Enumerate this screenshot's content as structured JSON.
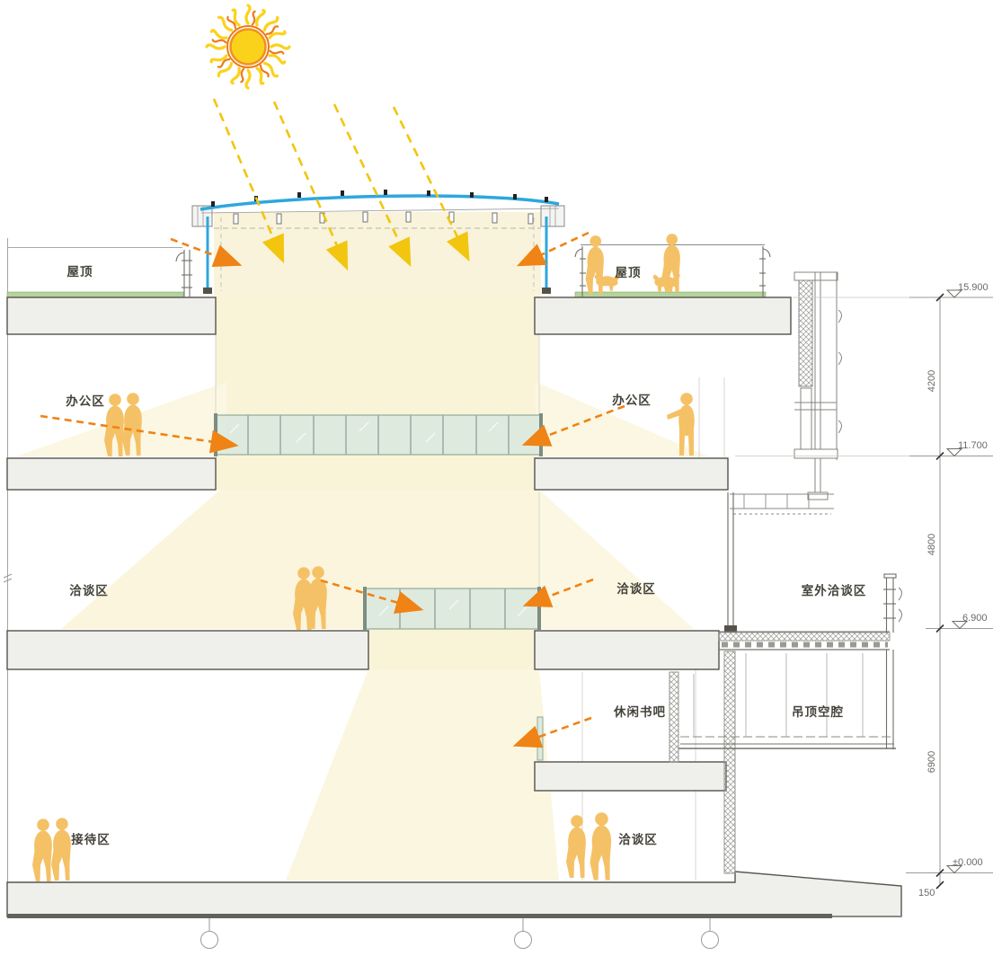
{
  "labels": {
    "roof_left": "屋顶",
    "roof_right": "屋顶",
    "office_left": "办公区",
    "office_right": "办公区",
    "meeting_left": "洽谈区",
    "meeting_right": "洽谈区",
    "outdoor_meeting": "室外洽谈区",
    "leisure_book_bar": "休闲书吧",
    "ceiling_cavity": "吊顶空腔",
    "reception": "接待区",
    "meeting_ground": "洽谈区"
  },
  "elevations": {
    "roof": "15.900",
    "office": "11.700",
    "meeting": "6.900",
    "ground": "±0.000"
  },
  "dimensions": {
    "roof_to_office": "4200",
    "office_to_meeting": "4800",
    "meeting_to_ground": "6900",
    "floor_step": "150"
  },
  "colors": {
    "sun_core": "#FBD21B",
    "sun_ring": "#EE7A1B",
    "daylight_ray": "#F2C50F",
    "light_arrow": "#EF8315",
    "light_wash": "#FBF6DF",
    "skylight_blue": "#2EA7DD",
    "glass": "#E2ECE3",
    "grass_green": "#B5D49C",
    "slab_fill": "#EFEFEC",
    "figure_orange": "#F5C166"
  }
}
